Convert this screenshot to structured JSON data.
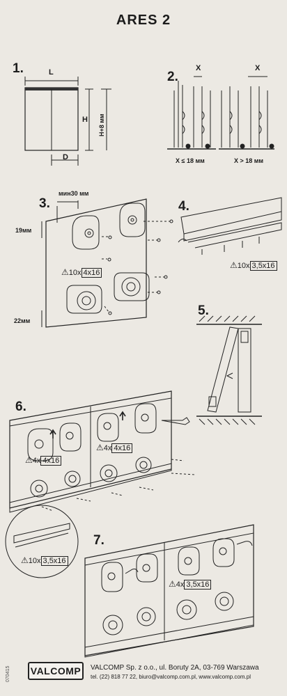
{
  "title": "ARES 2",
  "steps": [
    "1.",
    "2.",
    "3.",
    "4.",
    "5.",
    "6.",
    "7."
  ],
  "step1": {
    "label_l": "L",
    "label_h": "H",
    "label_h8": "H+8 мм",
    "label_d": "D"
  },
  "step2": {
    "label_x1": "X",
    "label_x2": "X",
    "cond1": "X ≤ 18 мм",
    "cond2": "X > 18 мм"
  },
  "step3": {
    "min30": "мин30 мм",
    "dim19": "19мм",
    "dim22": "22мм",
    "warn_qty": "10x",
    "warn_screw": "4x16"
  },
  "step4": {
    "warn_qty": "10x",
    "warn_screw": "3,5x16"
  },
  "step6": {
    "warn_a_qty": "4x",
    "warn_a_screw": "4x16",
    "warn_b_qty": "4x",
    "warn_b_screw": "4x16",
    "warn_c_qty": "10x",
    "warn_c_screw": "3,5x16"
  },
  "step7": {
    "warn_qty": "4x",
    "warn_screw": "3,5x16"
  },
  "footer": {
    "logo": "VALCOMP",
    "company": "VALCOMP Sp. z o.o., ul. Boruty 2A, 03-769 Warszawa",
    "contact": "tel. (22) 818 77 22, biuro@valcomp.com.pl, www.valcomp.com.pl",
    "doc_code": "070415"
  }
}
